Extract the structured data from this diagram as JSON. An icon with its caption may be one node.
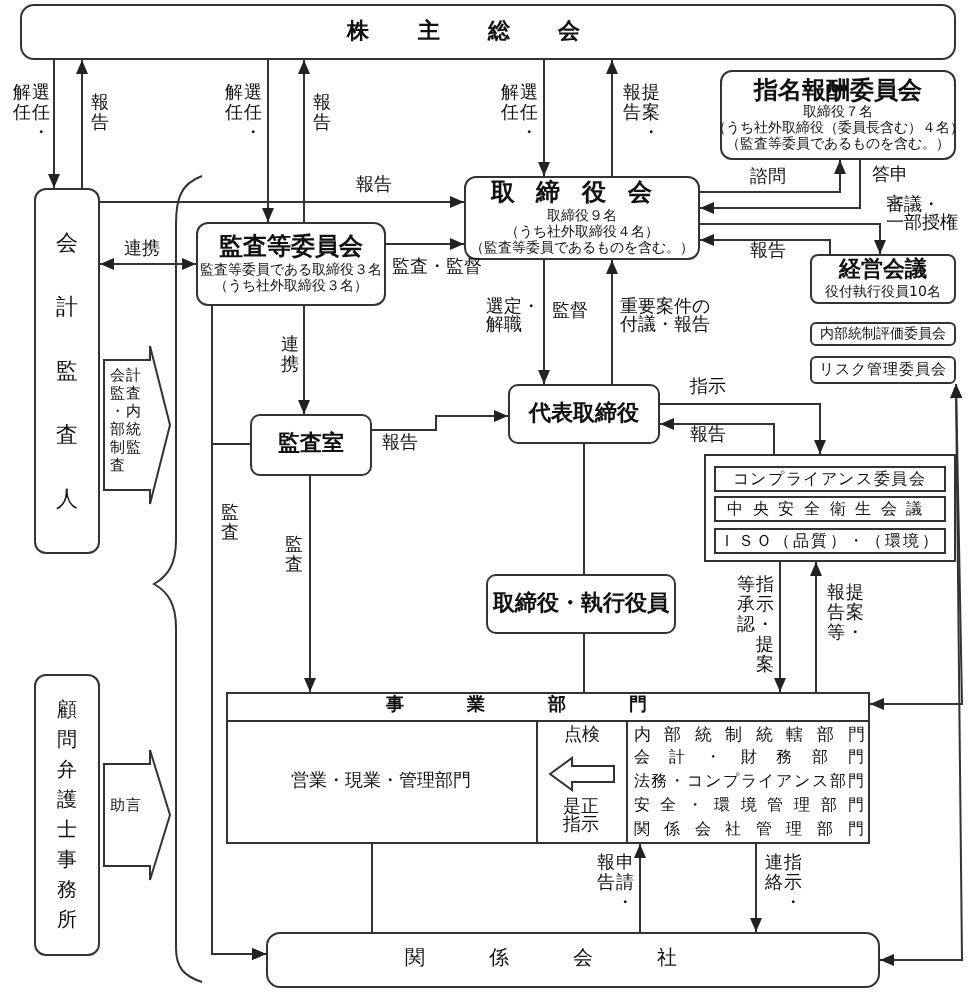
{
  "diagram": {
    "nodes": [
      {
        "text": [
          "株主総会"
        ]
      },
      {
        "text": [
          "会計監査人"
        ]
      },
      {
        "text": [
          "顧問弁護士事務所"
        ]
      },
      {
        "text": [
          "監査等委員会",
          "監査等委員である取締役３名",
          "（うち社外取締役３名）"
        ]
      },
      {
        "text": [
          "取締役会",
          "取締役９名",
          "（うち社外取締役４名）",
          "（監査等委員であるものを含む。）"
        ]
      },
      {
        "text": [
          "指名報酬委員会",
          "取締役７名",
          "（うち社外取締役（委員長含む）４名）",
          "（監査等委員であるものを含む。）"
        ]
      },
      {
        "text": [
          "経営会議",
          "役付執行役員10名"
        ]
      },
      {
        "text": [
          "内部統制評価委員会"
        ]
      },
      {
        "text": [
          "リスク管理委員会"
        ]
      },
      {
        "text": [
          "監査室"
        ]
      },
      {
        "text": [
          "代表取締役"
        ]
      },
      {
        "text": [],
        "shape": "box"
      },
      {
        "text": [
          "コンプライアンス委員会"
        ],
        "in": 11
      },
      {
        "text": [
          "中央安全衛生会議"
        ],
        "in": 11
      },
      {
        "text": [
          "ＩＳＯ（品質）・（環境）"
        ],
        "in": 11
      },
      {
        "text": [
          "取締役・執行役員"
        ]
      },
      {
        "text": [
          "事業部門"
        ]
      },
      {
        "text": [
          "営業・現業・管理部門"
        ],
        "in": 16
      },
      {
        "text": [
          "点検",
          "是正指示"
        ],
        "in": 16
      },
      {
        "text": [
          "内部統制統轄部門",
          "会計・財務部門",
          "法務・コンプライアンス部門",
          "安全・環境管理部門",
          "関係会社管理部門"
        ],
        "in": 16
      },
      {
        "text": [
          "関係会社"
        ]
      }
    ],
    "edges": [
      {
        "from": 0,
        "to": 1,
        "arrow": "to",
        "label": "選任・解任"
      },
      {
        "from": 1,
        "to": 0,
        "arrow": "to",
        "label": "報告"
      },
      {
        "from": 0,
        "to": 3,
        "arrow": "to",
        "label": "選任・解任"
      },
      {
        "from": 3,
        "to": 0,
        "arrow": "to",
        "label": "報告"
      },
      {
        "from": 0,
        "to": 4,
        "arrow": "to",
        "label": "選任・解任"
      },
      {
        "from": 4,
        "to": 0,
        "arrow": "to",
        "label": "提案・報告"
      },
      {
        "from": 1,
        "to": 4,
        "arrow": "to",
        "label": "報告"
      },
      {
        "from": 1,
        "to": 3,
        "arrow": "both",
        "label": "連携"
      },
      {
        "from": 3,
        "to": 4,
        "arrow": "to",
        "label": "監査・監督"
      },
      {
        "from": 4,
        "to": 5,
        "arrow": "to",
        "label": "諮問"
      },
      {
        "from": 5,
        "to": 4,
        "arrow": "to",
        "label": "答申"
      },
      {
        "from": 4,
        "to": 6,
        "arrow": "to",
        "label": "審議・一部授権"
      },
      {
        "from": 6,
        "to": 4,
        "arrow": "to",
        "label": "報告"
      },
      {
        "from": 3,
        "to": 9,
        "arrow": "to",
        "label": "連携"
      },
      {
        "from": 9,
        "to": 10,
        "arrow": "to",
        "label": "報告"
      },
      {
        "from": 4,
        "to": 10,
        "arrow": "to",
        "label": "選定・解職"
      },
      {
        "from": 10,
        "to": 4,
        "arrow": "to",
        "label": "重要案件の付議・報告"
      },
      {
        "from": 10,
        "to": 11,
        "arrow": "to",
        "label": "指示"
      },
      {
        "from": 11,
        "to": 10,
        "arrow": "to",
        "label": "報告"
      },
      {
        "from": 10,
        "to": 15,
        "arrow": "none"
      },
      {
        "from": 15,
        "to": 16,
        "arrow": "none"
      },
      {
        "from": 11,
        "to": 16,
        "arrow": "to",
        "label": "指示・提案等承認"
      },
      {
        "from": 16,
        "to": 11,
        "arrow": "to",
        "label": "提案・報告等"
      },
      {
        "from": 8,
        "to": 16,
        "arrow": "both"
      },
      {
        "from": 8,
        "to": 20,
        "arrow": "both"
      },
      {
        "from": 17,
        "to": 20,
        "arrow": "none"
      },
      {
        "from": 20,
        "to": 19,
        "arrow": "to",
        "label": "申請・報告"
      },
      {
        "from": 19,
        "to": 20,
        "arrow": "to",
        "label": "指示・連絡"
      },
      {
        "from": 9,
        "to": 16,
        "arrow": "to",
        "label": "監査"
      },
      {
        "from": 3,
        "to": 20,
        "arrow": "to",
        "label": "監査"
      },
      {
        "from": 9,
        "to": 20,
        "arrow": "to"
      },
      {
        "from": 1,
        "to": null,
        "arrow": "to",
        "label": "会計監査・内部統制監査"
      },
      {
        "from": 2,
        "to": null,
        "arrow": "to",
        "label": "助言"
      }
    ],
    "labels": [
      "監督"
    ]
  }
}
